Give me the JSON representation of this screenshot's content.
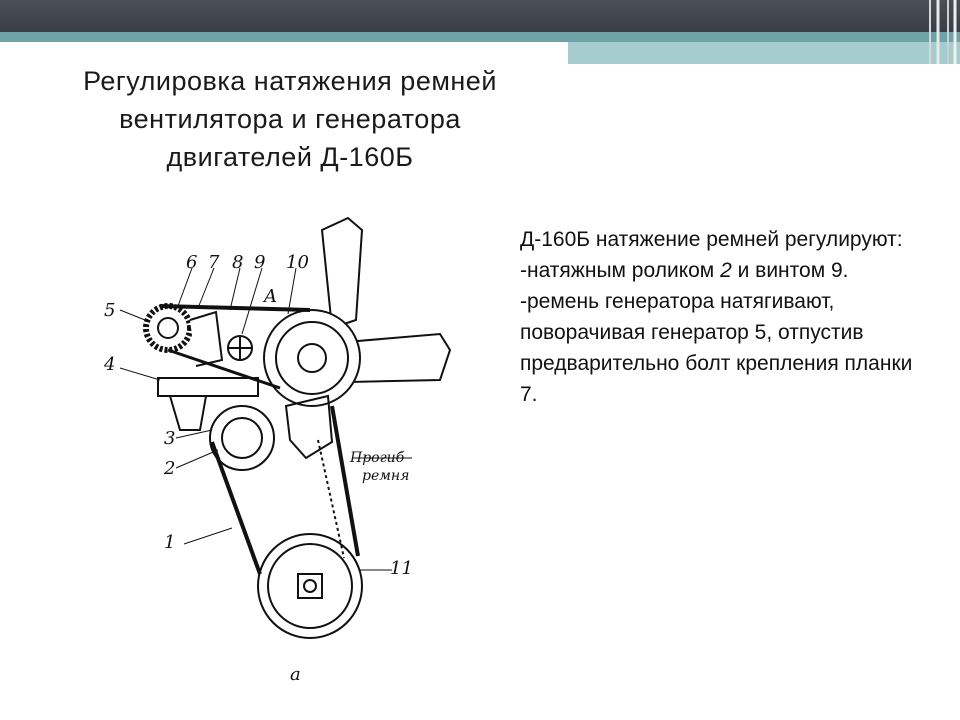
{
  "title": {
    "line1": "Регулировка натяжения ремней",
    "line2": "вентилятора и генератора",
    "line3": "двигателей Д-160Б"
  },
  "body": {
    "p1": "Д-160Б натяжение ремней регулируют:",
    "p2_a": "-натяжным роликом ",
    "p2_num": "2",
    "p2_b": " и винтом 9.",
    "p3": "-ремень генератора натягивают, поворачивая генератор 5, отпустив предварительно болт крепления планки 7."
  },
  "diagram": {
    "labels": [
      "1",
      "2",
      "3",
      "4",
      "5",
      "6",
      "7",
      "8",
      "9",
      "10",
      "11",
      "A"
    ],
    "annotation_line1": "Прогиб",
    "annotation_line2": "ремня",
    "caption": "а"
  },
  "colors": {
    "topbar_dark": "#3f434b",
    "topbar_teal": "#6ea2a6",
    "topbar_teal_light": "#a5cdd0",
    "text": "#111111"
  }
}
